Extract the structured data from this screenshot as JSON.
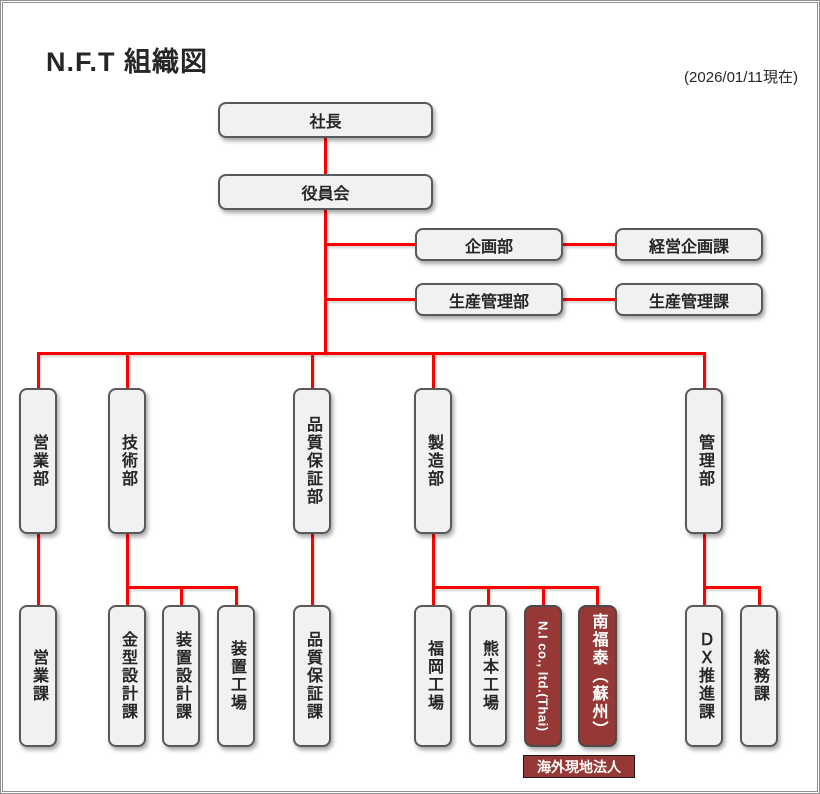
{
  "page": {
    "title": "N.F.T 組織図",
    "date_note": "(2026/01/11現在)"
  },
  "colors": {
    "line_red": "#ff0000",
    "box_fill": "#f1f1f1",
    "box_border": "#595959",
    "box_text": "#262626",
    "overseas_fill": "#963836",
    "overseas_border": "#4a4a4a",
    "overseas_text": "#ffffff",
    "legend_border": "#1a1a1a",
    "frame_gray": "#8f8f8f"
  },
  "nodes": {
    "president": "社長",
    "board": "役員会",
    "planning_dept": "企画部",
    "corporate_planning_sec": "経営企画課",
    "production_control_dept": "生産管理部",
    "production_control_sec": "生産管理課",
    "sales_dept": "営業部",
    "engineering_dept": "技術部",
    "quality_assurance_dept": "品質保証部",
    "manufacturing_dept": "製造部",
    "administration_dept": "管理部",
    "sales_sec": "営業課",
    "mold_design_sec": "金型設計課",
    "equipment_design_sec": "装置設計課",
    "equipment_plant": "装置工場",
    "quality_assurance_sec": "品質保証課",
    "fukuoka_plant": "福岡工場",
    "kumamoto_plant": "熊本工場",
    "ni_thai": "N.I co., ltd.(Thai)",
    "nanfutai_suzhou": "南福泰（蘇州）",
    "dx_promotion_sec": "ＤＸ推進課",
    "general_affairs_sec": "総務課"
  },
  "legend": {
    "overseas_label": "海外現地法人"
  }
}
